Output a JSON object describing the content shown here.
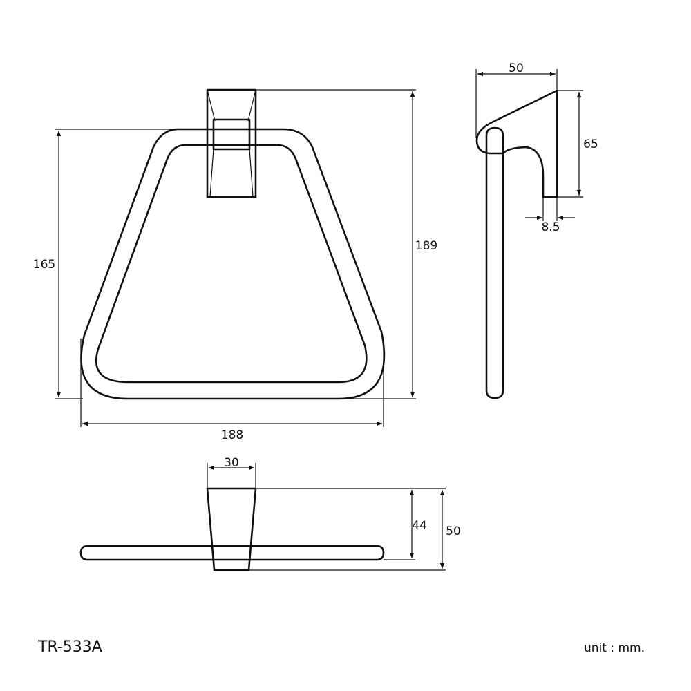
{
  "model": "TR-533A",
  "unit_note": "unit : mm.",
  "front_view": {
    "height_ring": "165",
    "height_total": "189",
    "width": "188"
  },
  "side_view": {
    "depth": "50",
    "mount_height": "65",
    "wall_thickness": "8.5"
  },
  "top_view": {
    "mount_width": "30",
    "depth_bar": "44",
    "depth_total": "50"
  },
  "colors": {
    "line": "#111111",
    "background": "#ffffff"
  }
}
